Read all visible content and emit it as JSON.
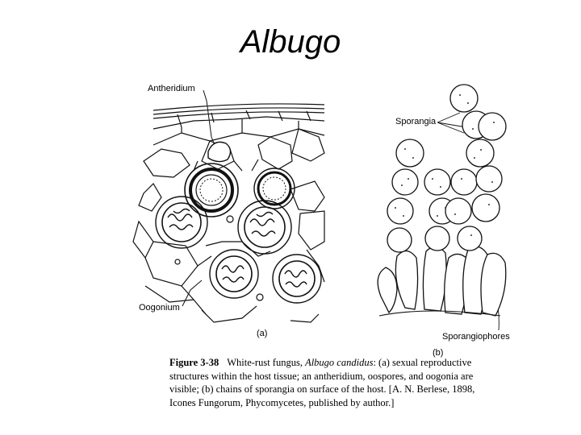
{
  "slide": {
    "title": "Albugo"
  },
  "labels": {
    "antheridium": "Antheridium",
    "oogonium": "Oogonium",
    "sporangia": "Sporangia",
    "sporangiophores": "Sporangiophores",
    "panel_a": "(a)",
    "panel_b": "(b)"
  },
  "caption": {
    "figure_number": "Figure 3-38",
    "text_1": "White-rust fungus, ",
    "species": "Albugo candidus",
    "text_2": ": (a) sexual reproductive structures within the host tissue; an antheridium, oospores, and oogonia are visible; (b) chains of sporangia on surface of the host. [A. N. Berlese, 1898, Icones Fungorum, Phycomycetes, published by author.]"
  }
}
